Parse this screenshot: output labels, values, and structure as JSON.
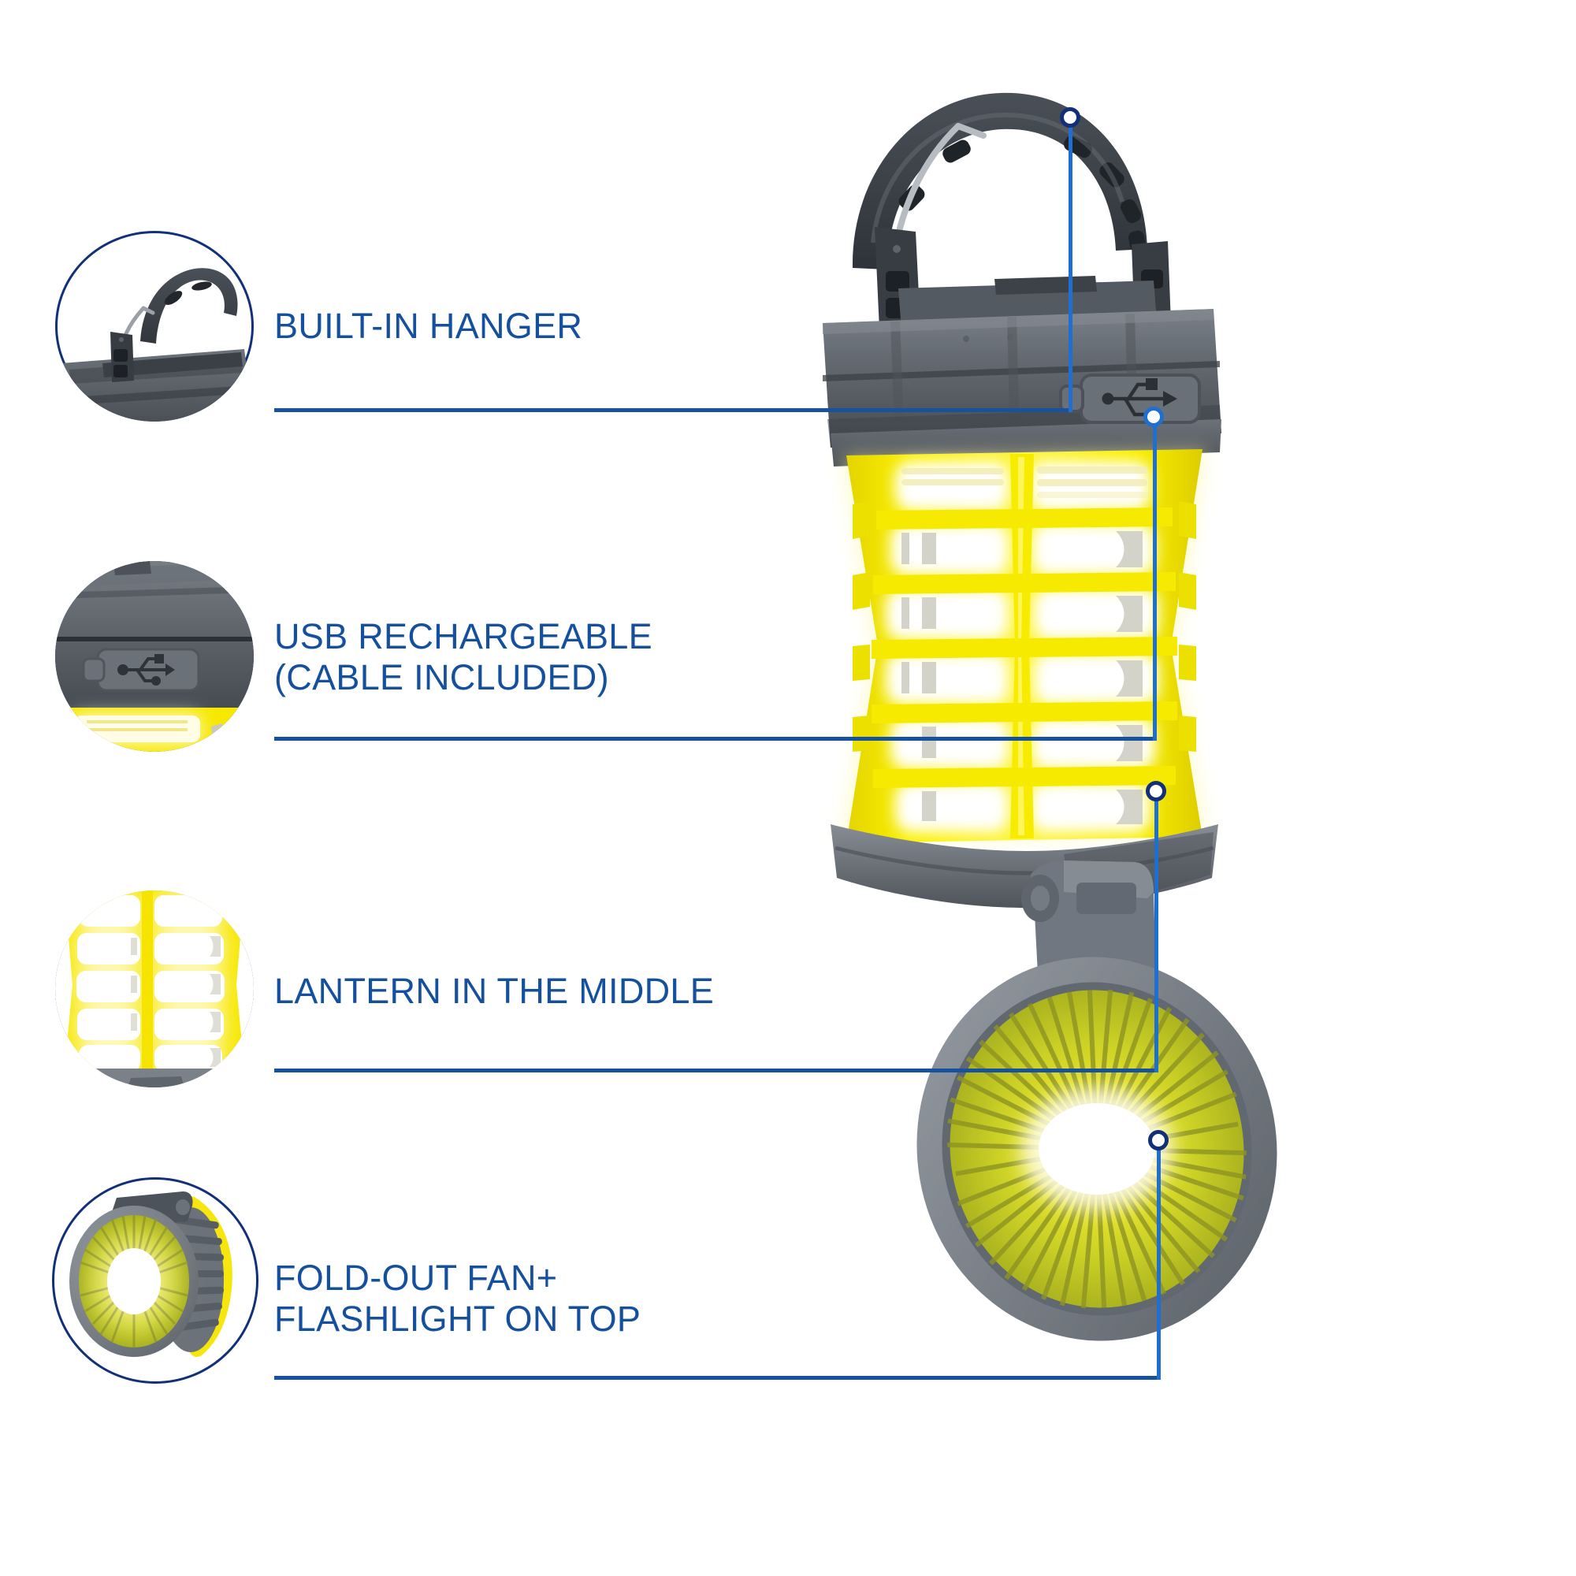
{
  "page": {
    "title": "Rechargeable LED Lantern with Fold-Out Fan - Feature Callouts",
    "background_color": "#ffffff",
    "accent_blue": "#17529f",
    "text_blue": "#15509e",
    "ring_navy": "#12307a",
    "leader_blue": "#1f6fd0",
    "product_yellow": "#fdf23a",
    "product_gray": "#5d6269"
  },
  "features": [
    {
      "id": "built-in-hanger",
      "label": "BUILT-IN HANGER",
      "thumb_icon": "hanger-handle-thumbnail",
      "marker_target": "handle-top"
    },
    {
      "id": "usb-rechargeable",
      "label": "USB RECHARGEABLE\n(CABLE INCLUDED)",
      "line1": "USB RECHARGEABLE",
      "line2": "(CABLE INCLUDED)",
      "thumb_icon": "usb-port-thumbnail",
      "marker_target": "usb-port"
    },
    {
      "id": "lantern-in-the-middle",
      "label": "LANTERN IN THE MIDDLE",
      "thumb_icon": "lantern-cage-thumbnail",
      "marker_target": "lantern-cage"
    },
    {
      "id": "fold-out-fan-flashlight",
      "label": "FOLD-OUT FAN+\nFLASHLIGHT ON TOP",
      "line1": "FOLD-OUT FAN+",
      "line2": "FLASHLIGHT ON TOP",
      "thumb_icon": "fan-flashlight-thumbnail",
      "marker_target": "fan-led"
    }
  ],
  "product": {
    "name": "camping-lantern-with-fan",
    "parts": [
      {
        "name": "carry-handle",
        "color": "#3a3f45"
      },
      {
        "name": "top-housing",
        "color": "#5d6269"
      },
      {
        "name": "usb-port-cover",
        "icon": "usb-icon"
      },
      {
        "name": "lantern-cage",
        "color": "#fdf23a"
      },
      {
        "name": "base",
        "color": "#5d6269"
      },
      {
        "name": "fold-out-fan",
        "color": "#c9cf24"
      },
      {
        "name": "fan-led-flashlight",
        "color": "#ffffff"
      }
    ]
  }
}
